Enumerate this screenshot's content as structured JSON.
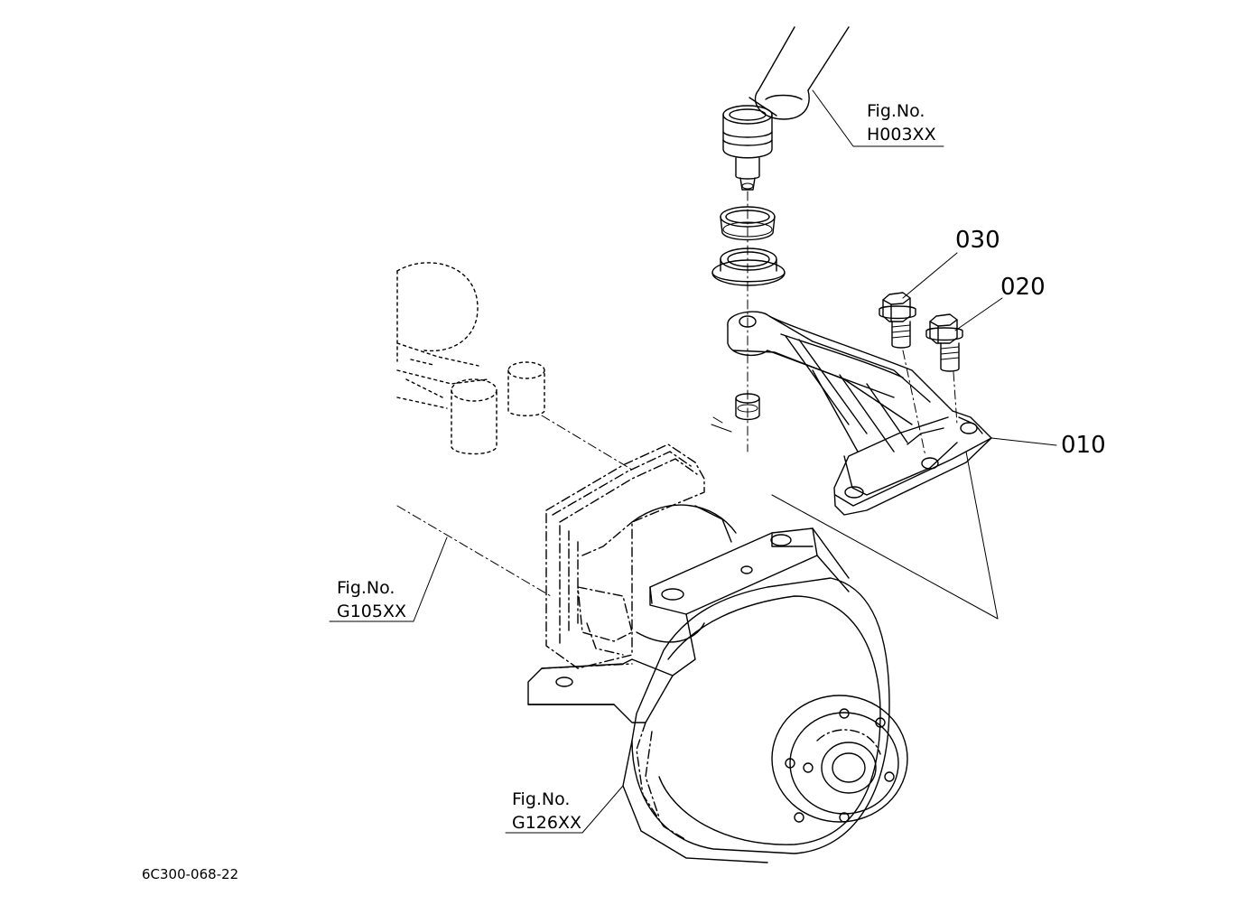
{
  "figure_refs": {
    "h003": {
      "line1": "Fig.No.",
      "line2": "H003XX"
    },
    "g105": {
      "line1": "Fig.No.",
      "line2": "G105XX"
    },
    "g126": {
      "line1": "Fig.No.",
      "line2": "G126XX"
    }
  },
  "part_numbers": {
    "p010": "010",
    "p020": "020",
    "p030": "030"
  },
  "drawing_code": "6C300-068-22"
}
